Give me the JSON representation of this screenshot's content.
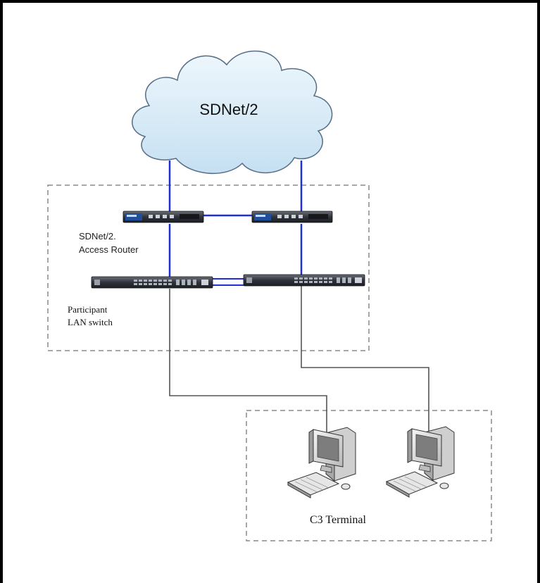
{
  "diagram": {
    "cloud_label": "SDNet/2",
    "router_label_line1": "SDNet/2.",
    "router_label_line2": "Access Router",
    "switch_label_line1": "Participant",
    "switch_label_line2": "LAN switch",
    "terminal_group_label": "C3 Terminal"
  },
  "colors": {
    "frame": "#000000",
    "network_links": "#1f2fd8",
    "terminal_cables": "#555555",
    "cloud_fill": "#d6ebf7",
    "cloud_stroke": "#556e86",
    "group_border": "#8a8a8a"
  },
  "icons": [
    "cloud-icon",
    "router-icon",
    "switch-icon",
    "computer-icon"
  ]
}
